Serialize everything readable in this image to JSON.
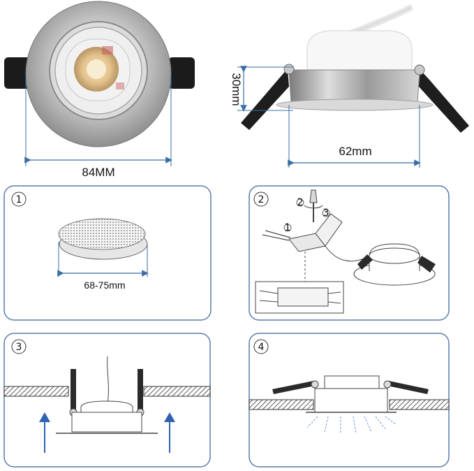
{
  "dimensions": {
    "diameter_label": "84MM",
    "height_label": "30mm",
    "body_width_label": "62mm",
    "cutout_label": "68-75mm"
  },
  "steps": [
    {
      "number": "1"
    },
    {
      "number": "2",
      "callouts": [
        "1",
        "2",
        "3"
      ]
    },
    {
      "number": "3"
    },
    {
      "number": "4"
    }
  ],
  "colors": {
    "dimension_line": "#3a6ea5",
    "panel_border": "#5a7da8",
    "arrow": "#2f62b0",
    "finish": "#bdbdbd"
  }
}
